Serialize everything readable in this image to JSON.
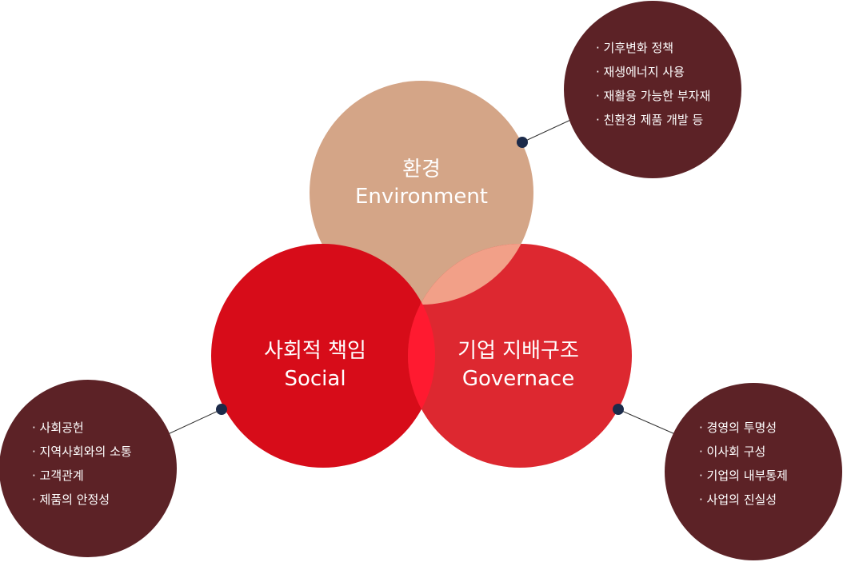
{
  "circles": {
    "environment": {
      "title_ko": "환경",
      "title_en": "Environment",
      "color": "#d4a587"
    },
    "social": {
      "title_ko": "사회적 책임",
      "title_en": "Social",
      "color": "#d70c19"
    },
    "governance": {
      "title_ko": "기업 지배구조",
      "title_en": "Governace",
      "color": "#dd2830"
    }
  },
  "overlap_colors": {
    "env_gov": "#f2a088",
    "social_gov": "#ff1a30",
    "env_social": "#e34d44"
  },
  "detail_color": "#5c2226",
  "connector_dot_color": "#1c2b4a",
  "details": {
    "environment": [
      "· 기후변화 정책",
      "· 재생에너지 사용",
      "· 재활용 가능한 부자재",
      "· 친환경 제품 개발 등"
    ],
    "social": [
      "· 사회공헌",
      "· 지역사회와의 소통",
      "· 고객관계",
      "· 제품의 안정성"
    ],
    "governance": [
      "· 경영의 투명성",
      "· 이사회 구성",
      "· 기업의 내부통제",
      "· 사업의 진실성"
    ]
  }
}
